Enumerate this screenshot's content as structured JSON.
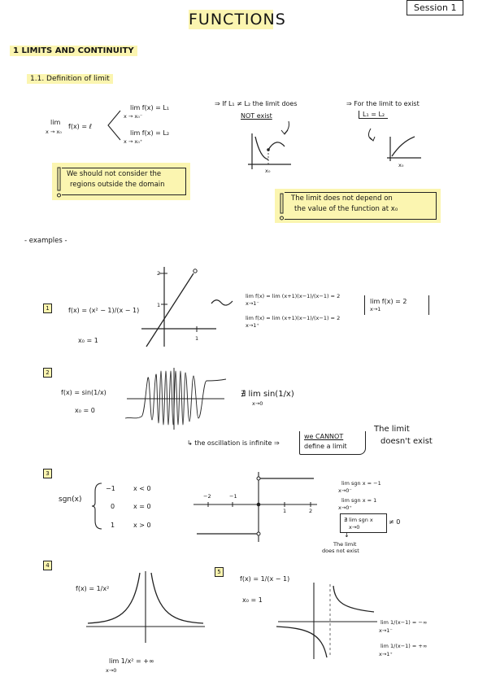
{
  "header": {
    "title": "FUNCTIONS",
    "session": "Session 1"
  },
  "section": {
    "heading": "1 LIMITS AND CONTINUITY",
    "subheading": "1.1. Definition of limit"
  },
  "definition": {
    "lim": "lim",
    "lim_sub": "x → x₀",
    "lim_rhs": "f(x) = ℓ",
    "left_lim": "lim f(x) = L₁",
    "left_sub": "x → x₀⁻",
    "right_lim": "lim f(x) = L₂",
    "right_sub": "x → x₀⁺",
    "if_note": "⇒ If L₁ ≠ L₂ the limit does",
    "not_exist": "NOT exist",
    "for_note": "⇒ For the limit to exist",
    "eq_note": "L₁ = L₂",
    "x0_a": "x₀",
    "x0_b": "x₀",
    "domain_note_1": "We should not consider the",
    "domain_note_2": "regions outside the domain",
    "depend_note_1": "The limit does not depend on",
    "depend_note_2": "the value of the function at x₀"
  },
  "examples": {
    "label": "- examples -",
    "ex1": {
      "num": "1",
      "func": "f(x) = (x² − 1)/(x − 1)",
      "x0": "x₀ = 1",
      "tick_y2": "2",
      "tick_y1": "1",
      "tick_x1": "1",
      "left": "lim f(x) = lim (x+1)(x−1)/(x−1) = 2",
      "left_sub": "x→1⁻",
      "right": "lim f(x) = lim (x+1)(x−1)/(x−1) = 2",
      "right_sub": "x→1⁺",
      "result": "lim f(x) = 2",
      "result_sub": "x→1"
    },
    "ex2": {
      "num": "2",
      "func": "f(x) = sin(1/x)",
      "x0": "x₀ = 0",
      "not_exists": "∄ lim sin(1/x)",
      "sub": "x→0",
      "osc_note": "↳ the oscillation is infinite ⇒",
      "cannot_1": "we CANNOT",
      "cannot_2": "define a limit",
      "concl_1": "The limit",
      "concl_2": "doesn't exist"
    },
    "ex3": {
      "num": "3",
      "func": "sgn(x)",
      "c1v": "−1",
      "c1c": "x < 0",
      "c2v": "0",
      "c2c": "x = 0",
      "c3v": "1",
      "c3c": "x > 0",
      "tm2": "−2",
      "tm1": "−1",
      "t1": "1",
      "t2": "2",
      "l1": "lim sgn x = −1",
      "l1s": "x→0⁻",
      "l2": "lim sgn x = 1",
      "l2s": "x→0⁺",
      "l3": "∄ lim sgn x",
      "l3s": "x→0",
      "neq": "≠ 0",
      "arrow": "↓",
      "concl_1": "The limit",
      "concl_2": "does not exist"
    },
    "ex4": {
      "num": "4",
      "func": "f(x) = 1/x²",
      "lim": "lim 1/x² = +∞",
      "sub": "x→0"
    },
    "ex5": {
      "num": "5",
      "func": "f(x) = 1/(x − 1)",
      "x0": "x₀ = 1",
      "l1": "lim 1/(x−1) = −∞",
      "l1s": "x→1⁻",
      "l2": "lim 1/(x−1) = +∞",
      "l2s": "x→1⁺"
    }
  }
}
